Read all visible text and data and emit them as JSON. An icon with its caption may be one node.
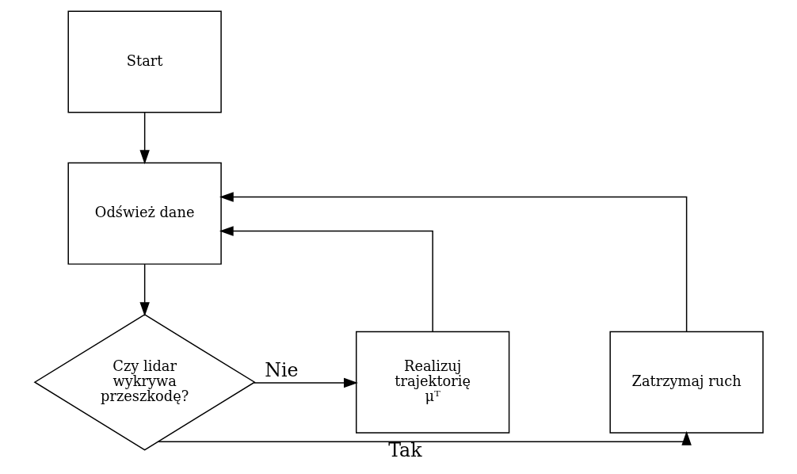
{
  "diagram": {
    "nodes": [
      {
        "text": [
          "Start"
        ]
      },
      {
        "text": [
          "Odśwież dane"
        ]
      },
      {
        "text": [
          "Czy lidar wykrywa przeszkodę?"
        ]
      },
      {
        "text": [
          "Zatrzymaj ruch"
        ]
      },
      {
        "text": [
          "Realizuj trajektorię μᵀ"
        ]
      }
    ],
    "edges": [
      {
        "from": 0,
        "to": 1,
        "arrow": "to"
      },
      {
        "from": 1,
        "to": 2,
        "arrow": "to"
      },
      {
        "from": 2,
        "to": 3,
        "arrow": "to",
        "label": "Tak"
      },
      {
        "from": 2,
        "to": 4,
        "arrow": "to",
        "label": "Nie"
      },
      {
        "from": 3,
        "to": 1,
        "arrow": "to"
      },
      {
        "from": 4,
        "to": 1,
        "arrow": "to"
      }
    ]
  }
}
